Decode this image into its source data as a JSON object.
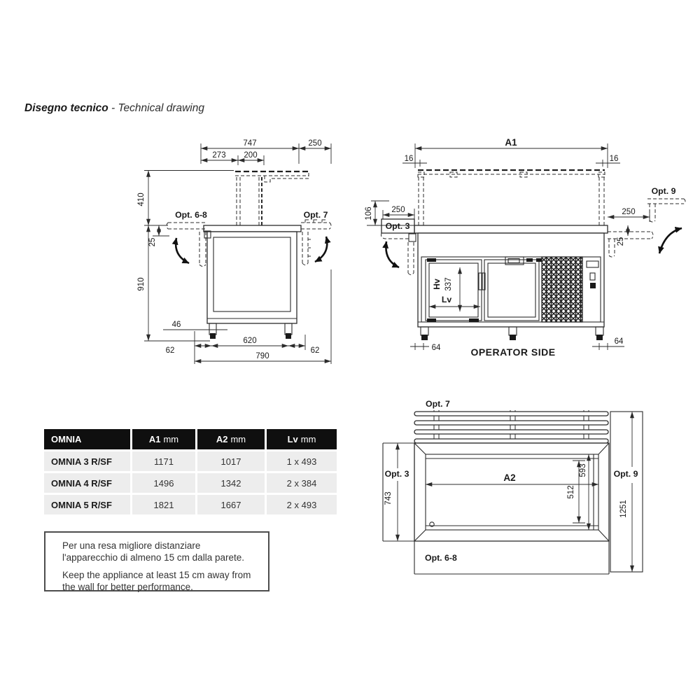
{
  "title": {
    "bold": "Disegno tecnico",
    "rest": " - Technical drawing"
  },
  "colors": {
    "line": "#2b2b2b",
    "text": "#1a1a1a",
    "table_header_bg": "#0f0f0f",
    "table_header_text": "#ffffff",
    "table_row_bg": "#ededed",
    "note_border": "#4d4d4d"
  },
  "side_view": {
    "opt_left": "Opt. 6-8",
    "opt_right": "Opt. 7",
    "d747": "747",
    "d250": "250",
    "d273": "273",
    "d200": "200",
    "d410": "410",
    "d25": "25",
    "d910": "910",
    "d46": "46",
    "d62l": "62",
    "d620": "620",
    "d62r": "62",
    "d790": "790"
  },
  "front_view": {
    "dA1": "A1",
    "d16l": "16",
    "d16r": "16",
    "d250l": "250",
    "d106": "106",
    "opt3": "Opt. 3",
    "d250r": "250",
    "d25": "25",
    "opt9": "Opt. 9",
    "hv": "Hv",
    "d337": "337",
    "lv": "Lv",
    "d64l": "64",
    "d64r": "64",
    "caption": "OPERATOR SIDE"
  },
  "top_view": {
    "opt7": "Opt. 7",
    "opt3": "Opt. 3",
    "opt9": "Opt. 9",
    "opt68": "Opt. 6-8",
    "dA2": "A2",
    "d743": "743",
    "d512": "512",
    "d593": "593",
    "d1251": "1251"
  },
  "table": {
    "headers": [
      {
        "strong": "OMNIA",
        "unit": ""
      },
      {
        "strong": "A1",
        "unit": "mm"
      },
      {
        "strong": "A2",
        "unit": "mm"
      },
      {
        "strong": "Lv",
        "unit": "mm"
      }
    ],
    "rows": [
      {
        "model": "OMNIA 3 R/SF",
        "a1": "1171",
        "a2": "1017",
        "lv": "1 x 493"
      },
      {
        "model": "OMNIA 4 R/SF",
        "a1": "1496",
        "a2": "1342",
        "lv": "2 x 384"
      },
      {
        "model": "OMNIA 5 R/SF",
        "a1": "1821",
        "a2": "1667",
        "lv": "2 x 493"
      }
    ]
  },
  "note": {
    "it": [
      "Per una resa migliore distanziare",
      "l'apparecchio di almeno 15 cm dalla parete."
    ],
    "en": [
      "Keep the appliance at least 15 cm away from",
      "the wall for better performance."
    ]
  }
}
